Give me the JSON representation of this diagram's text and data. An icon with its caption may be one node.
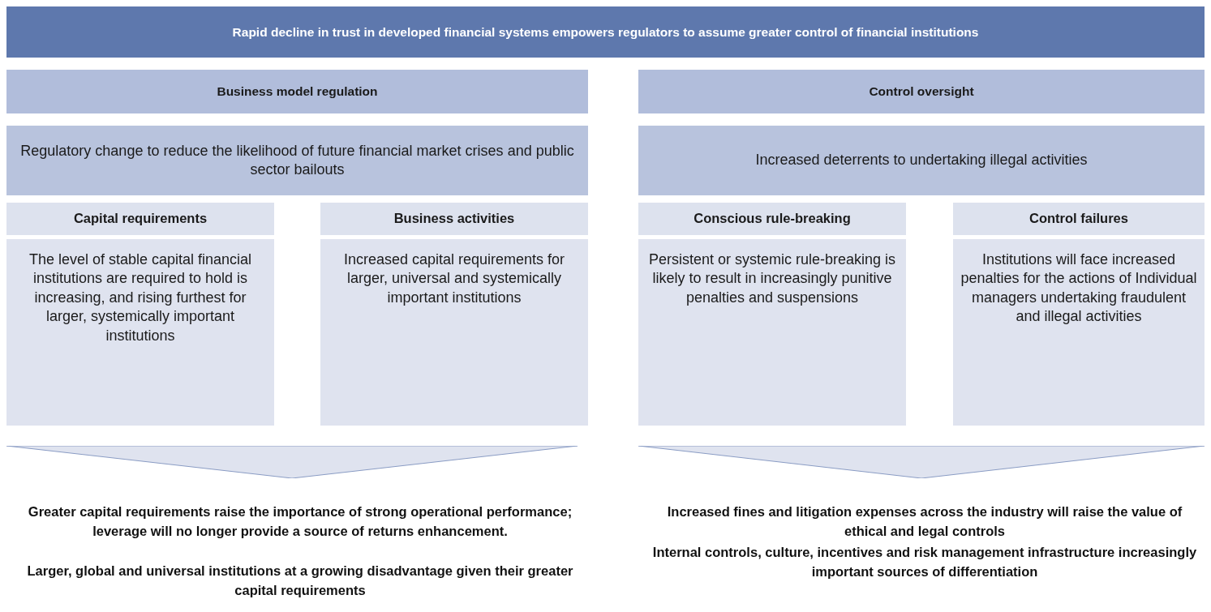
{
  "diagram": {
    "title": "Rapid decline in trust in developed financial systems empowers regulators to assume greater control of financial institutions",
    "nodes": [
      {
        "text": [
          "Business model regulation"
        ]
      },
      {
        "text": [
          "Control oversight"
        ]
      },
      {
        "text": [
          "Regulatory change to reduce the likelihood of future financial market crises and public sector bailouts"
        ]
      },
      {
        "text": [
          "Increased deterrents to undertaking illegal activities"
        ]
      },
      {
        "text": [
          "Capital requirements"
        ]
      },
      {
        "text": [
          "The level of stable capital financial institutions are required to hold is increasing, and rising furthest for larger, systemically important institutions"
        ]
      },
      {
        "text": [
          "Business activities"
        ]
      },
      {
        "text": [
          "Increased capital requirements for larger, universal and systemically important institutions"
        ]
      },
      {
        "text": [
          "Conscious rule-breaking"
        ]
      },
      {
        "text": [
          "Persistent or systemic rule-breaking is likely to result in increasingly punitive penalties and suspensions"
        ]
      },
      {
        "text": [
          "Control failures"
        ]
      },
      {
        "text": [
          "Institutions will face increased penalties for the actions of Individual managers undertaking fraudulent and illegal activities"
        ]
      },
      {
        "text": [],
        "shape": "triangle"
      },
      {
        "text": [],
        "shape": "triangle"
      }
    ],
    "labels": [
      "Greater capital requirements raise the importance of strong operational performance; leverage will no longer provide a source of returns enhancement.",
      "Larger, global and universal institutions at a growing disadvantage given their greater capital requirements",
      "Increased fines and litigation expenses across the industry will raise the value of ethical and legal controls",
      "Internal controls, culture, incentives and risk management infrastructure increasingly important sources of differentiation"
    ]
  }
}
